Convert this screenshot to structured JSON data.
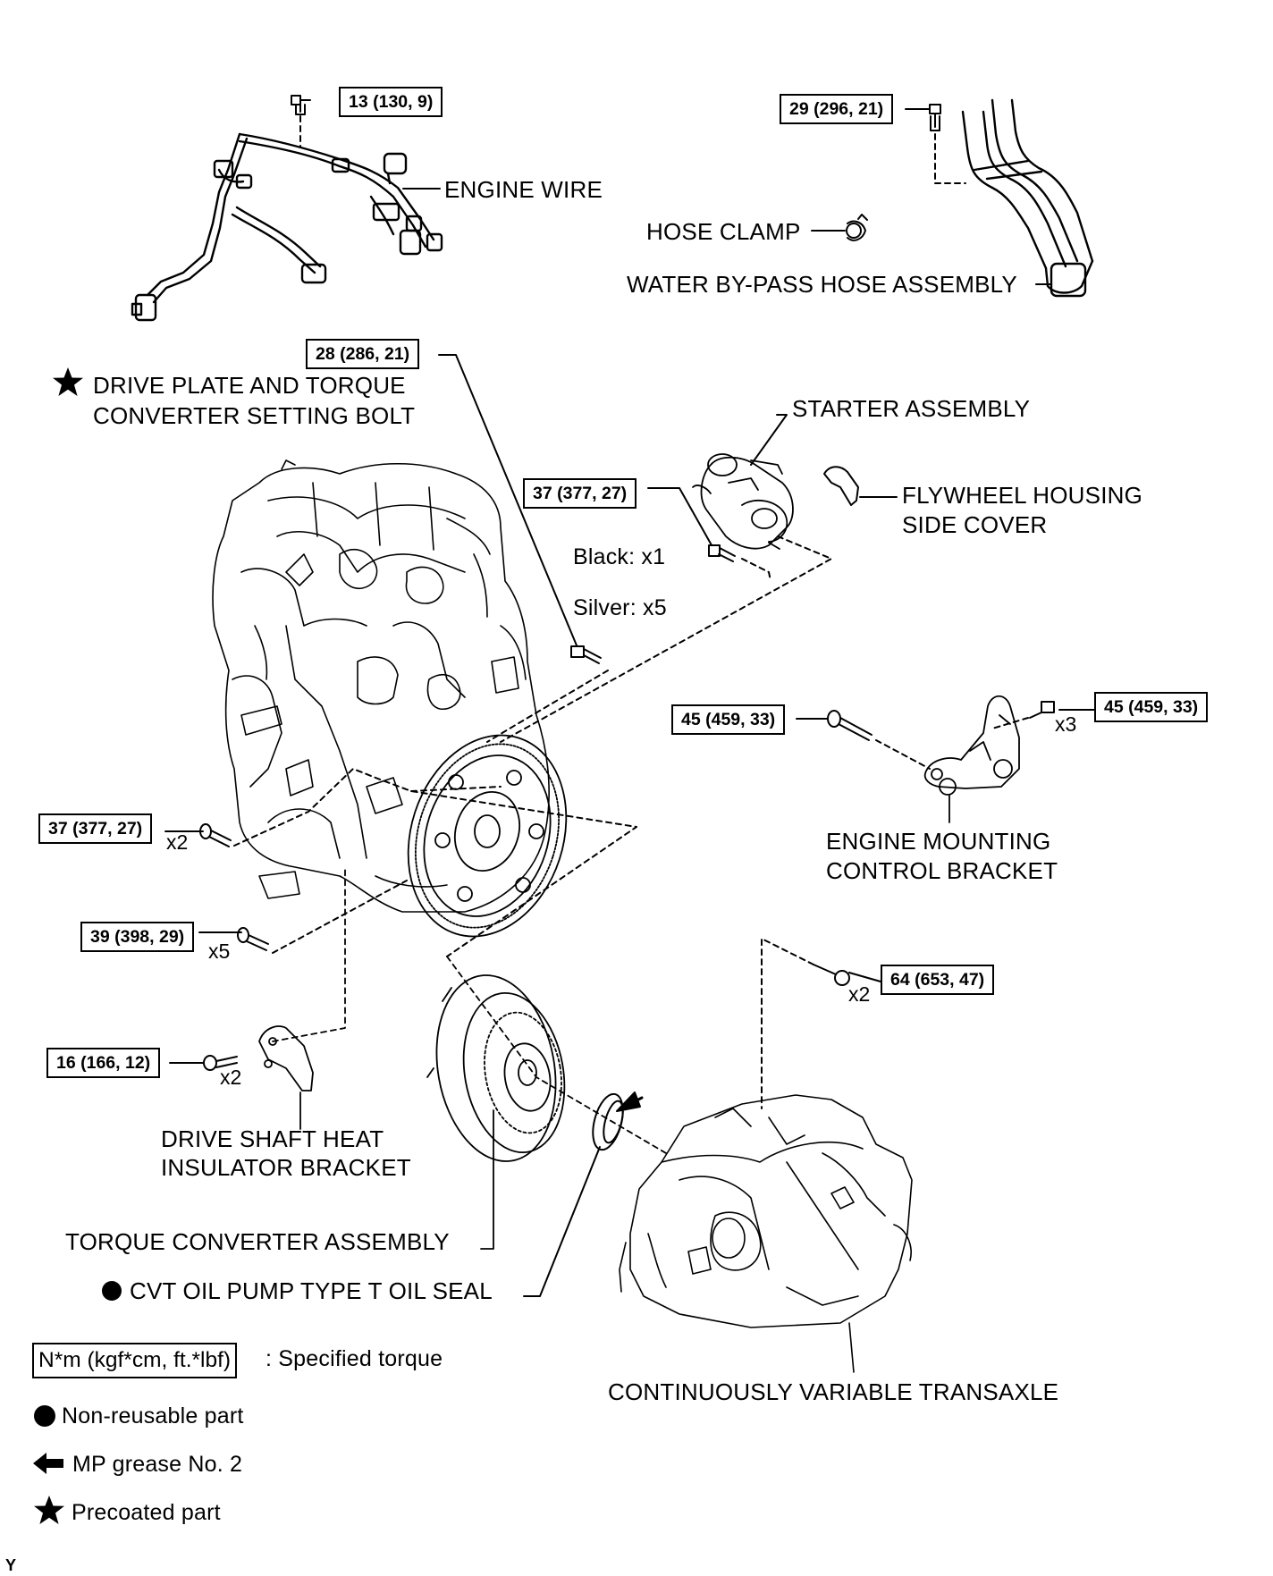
{
  "torque_specs": {
    "engine_wire_bolt": "13 (130, 9)",
    "water_bypass_hose_bolt": "29 (296, 21)",
    "drive_plate_bolt": "28 (286, 21)",
    "starter_bolt": "37 (377, 27)",
    "mount_bracket_bolt_left": "45 (459, 33)",
    "mount_bracket_bolt_right": "45 (459, 33)",
    "engine_bolt_upper": "37 (377, 27)",
    "engine_bolt_lower": "39 (398, 29)",
    "transaxle_bolt": "64 (653, 47)",
    "heat_insulator_bolt": "16 (166, 12)"
  },
  "quantities": {
    "mount_bracket": "x3",
    "engine_bolt_upper": "x2",
    "engine_bolt_lower": "x5",
    "transaxle_bolt": "x2",
    "heat_insulator_bolt": "x2",
    "starter_black": "Black: x1",
    "starter_silver": "Silver: x5"
  },
  "labels": {
    "engine_wire": "ENGINE WIRE",
    "hose_clamp": "HOSE CLAMP",
    "water_bypass_hose": "WATER BY-PASS HOSE ASSEMBLY",
    "drive_plate_line1": "DRIVE PLATE AND TORQUE",
    "drive_plate_line2": "CONVERTER SETTING BOLT",
    "starter": "STARTER ASSEMBLY",
    "flywheel_line1": "FLYWHEEL HOUSING",
    "flywheel_line2": "SIDE COVER",
    "mount_bracket_line1": "ENGINE MOUNTING",
    "mount_bracket_line2": "CONTROL BRACKET",
    "heat_insulator_line1": "DRIVE SHAFT HEAT",
    "heat_insulator_line2": "INSULATOR BRACKET",
    "torque_converter": "TORQUE CONVERTER ASSEMBLY",
    "oil_seal": "CVT OIL PUMP TYPE T OIL SEAL",
    "transaxle": "CONTINUOUSLY VARIABLE TRANSAXLE"
  },
  "legend": {
    "torque_box": "N*m (kgf*cm, ft.*lbf)",
    "torque_text": ": Specified torque",
    "non_reusable": "Non-reusable part",
    "grease": "MP grease No. 2",
    "precoated": "Precoated part"
  },
  "corner_mark": "Y"
}
